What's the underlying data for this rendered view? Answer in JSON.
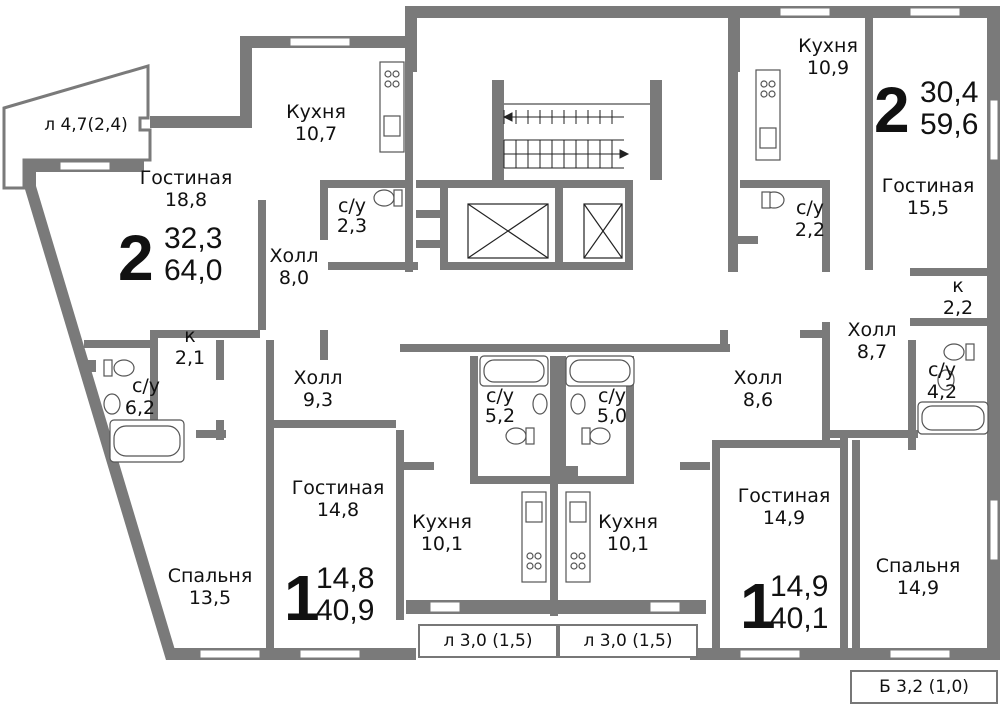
{
  "colors": {
    "wall": "#7a7a7a",
    "line": "#777777",
    "fill": "#ffffff",
    "text": "#111111"
  },
  "apt_left": {
    "rooms_value": "2",
    "living_area": "32,3",
    "total_area": "64,0"
  },
  "apt_topright": {
    "rooms_value": "2",
    "living_area": "30,4",
    "total_area": "59,6"
  },
  "apt_bottom_mid": {
    "rooms_value": "1",
    "living_area": "14,8",
    "total_area": "40,9"
  },
  "apt_bottom_right": {
    "rooms_value": "1",
    "living_area": "14,9",
    "total_area": "40,1"
  },
  "rooms": {
    "balcony_left": "л 4,7(2,4)",
    "living_left": {
      "name": "Гостиная",
      "area": "18,8"
    },
    "kitchen_left": {
      "name": "Кухня",
      "area": "10,7"
    },
    "wc_left": {
      "name": "с/у",
      "area": "2,3"
    },
    "hall_left": {
      "name": "Холл",
      "area": "8,0"
    },
    "closet_left": {
      "name": "к",
      "area": "2,1"
    },
    "wc_left2": {
      "name": "с/у",
      "area": "6,2"
    },
    "bedroom_left": {
      "name": "Спальня",
      "area": "13,5"
    },
    "hall_mid": {
      "name": "Холл",
      "area": "9,3"
    },
    "living_mid": {
      "name": "Гостиная",
      "area": "14,8"
    },
    "wc_mid_l": {
      "name": "с/у",
      "area": "5,2"
    },
    "wc_mid_r": {
      "name": "с/у",
      "area": "5,0"
    },
    "kitchen_mid_l": {
      "name": "Кухня",
      "area": "10,1"
    },
    "kitchen_mid_r": {
      "name": "Кухня",
      "area": "10,1"
    },
    "balcony_mid_l": "л 3,0 (1,5)",
    "balcony_mid_r": "л 3,0 (1,5)",
    "kitchen_tr": {
      "name": "Кухня",
      "area": "10,9"
    },
    "wc_tr": {
      "name": "с/у",
      "area": "2,2"
    },
    "living_tr": {
      "name": "Гостиная",
      "area": "15,5"
    },
    "closet_tr": {
      "name": "к",
      "area": "2,2"
    },
    "hall_tr": {
      "name": "Холл",
      "area": "8,7"
    },
    "wc_tr2": {
      "name": "с/у",
      "area": "4,2"
    },
    "hall_br": {
      "name": "Холл",
      "area": "8,6"
    },
    "living_br": {
      "name": "Гостиная",
      "area": "14,9"
    },
    "bedroom_br": {
      "name": "Спальня",
      "area": "14,9"
    },
    "balcony_br": "Б 3,2 (1,0)"
  }
}
